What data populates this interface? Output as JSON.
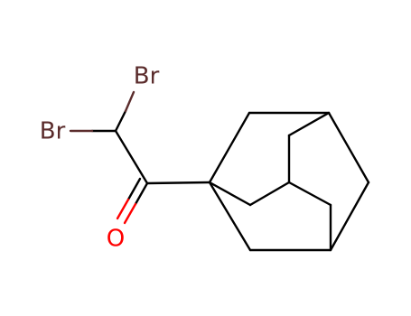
{
  "molecule": {
    "atoms": {
      "br_top": {
        "label": "Br",
        "color": "#5b2c2c"
      },
      "br_left": {
        "label": "Br",
        "color": "#5b2c2c"
      },
      "oxygen": {
        "label": "O",
        "color": "#ff0000"
      }
    },
    "bond_color": "#000000",
    "background": "#ffffff"
  }
}
